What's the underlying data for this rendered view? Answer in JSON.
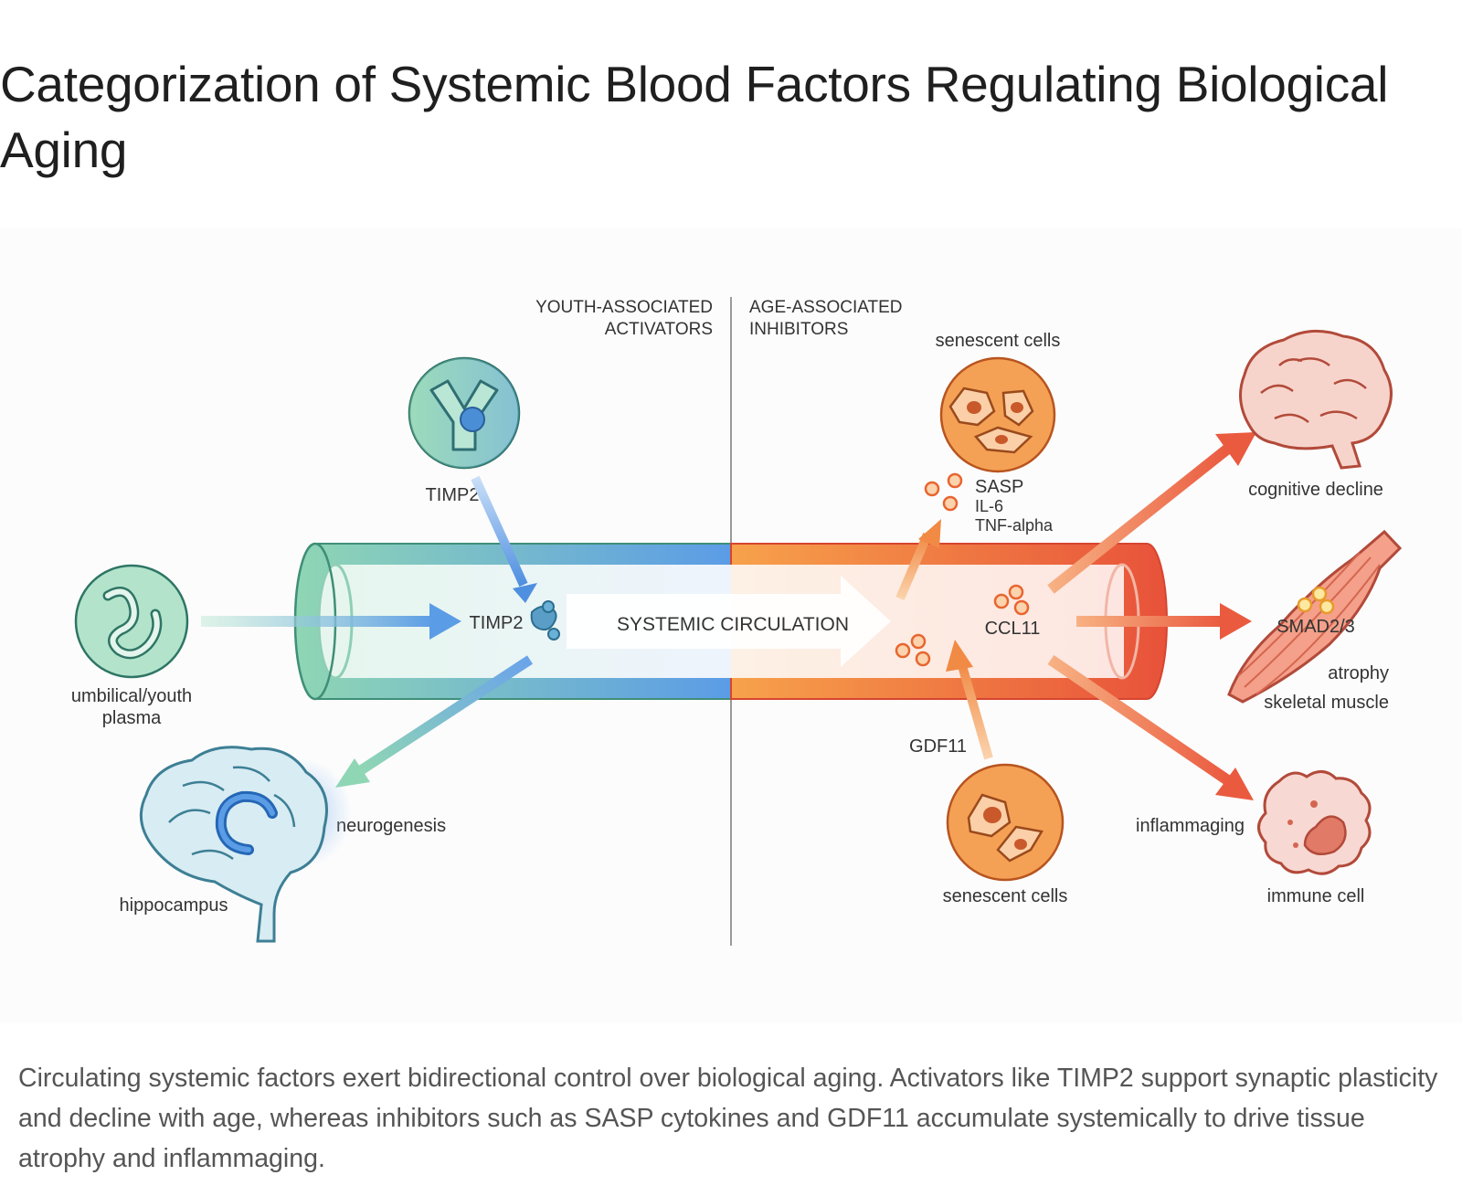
{
  "title": "Categorization of Systemic Blood Factors Regulating Biological Aging",
  "caption": "Circulating systemic factors exert bidirectional control over biological aging. Activators like TIMP2 support synaptic plasticity and decline with age, whereas inhibitors such as SASP cytokines and GDF11 accumulate systemically to drive tissue atrophy and inflammaging.",
  "diagram": {
    "youth_header": [
      "YOUTH-ASSOCIATED",
      "ACTIVATORS"
    ],
    "age_header": [
      "AGE-ASSOCIATED",
      "INHIBITORS"
    ],
    "circulation_label": "SYSTEMIC CIRCULATION",
    "timp2_top_label": "TIMP2",
    "timp2_vessel_label": "TIMP2",
    "plasma_label": [
      "umbilical/youth",
      "plasma"
    ],
    "neurogenesis_label": "neurogenesis",
    "hippocampus_label": "hippocampus",
    "senescent_top_label": "senescent cells",
    "sasp_labels": [
      "SASP",
      "IL-6",
      "TNF-alpha"
    ],
    "ccl11_label": "CCL11",
    "gdf11_label": "GDF11",
    "senescent_bottom_label": "senescent cells",
    "cognitive_label": "cognitive decline",
    "smad_label": "SMAD2/3",
    "atrophy_label": "atrophy",
    "muscle_label": "skeletal muscle",
    "inflammaging_label": "inflammaging",
    "immune_label": "immune cell"
  },
  "colors": {
    "youth_green": "#8fd6b4",
    "youth_blue": "#5b9ce6",
    "age_orange": "#f7a24b",
    "age_red": "#e8523a",
    "circle_green": "#a8dfc2",
    "circle_orange": "#f5a155"
  },
  "icons": [
    "antibody-icon",
    "umbilical-cord-icon",
    "brain-hippocampus-icon",
    "senescent-cells-icon",
    "brain-icon",
    "muscle-icon",
    "immune-cell-icon"
  ]
}
